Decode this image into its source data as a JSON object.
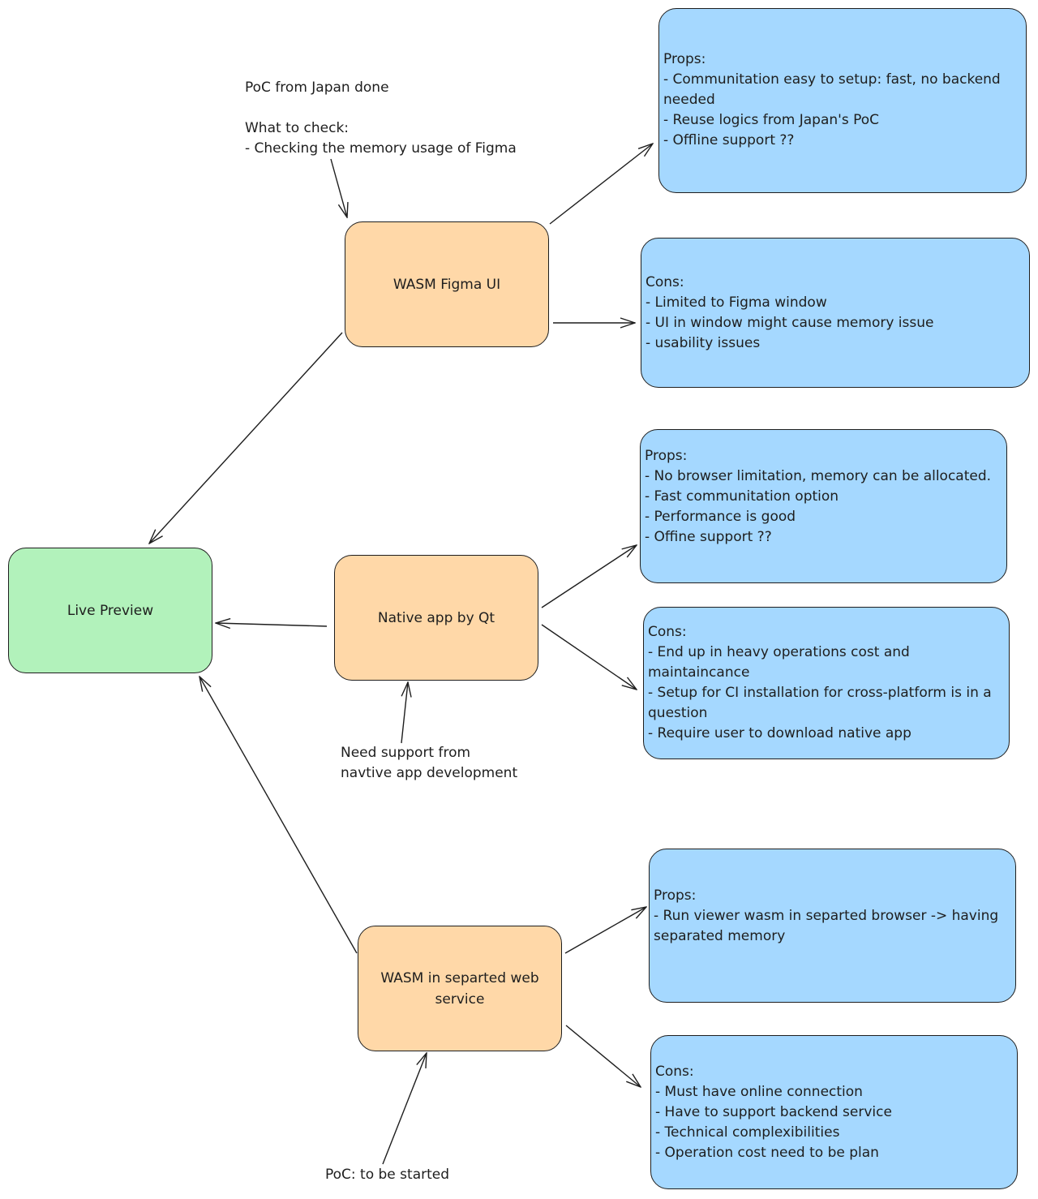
{
  "nodes": {
    "live_preview": "Live Preview",
    "wasm_figma": "WASM Figma UI",
    "native_qt": "Native app by Qt",
    "wasm_web": "WASM in separted web\nservice"
  },
  "notes": {
    "wasm_figma": [
      "PoC from Japan done",
      "",
      "What to check:",
      "- Checking the memory usage of Figma"
    ],
    "native_qt": [
      "Need support from",
      "navtive app development"
    ],
    "wasm_web": [
      "PoC: to be started"
    ]
  },
  "cards": {
    "wasm_figma_props": [
      "Props:",
      "- Communitation easy to setup: fast, no backend needed",
      "- Reuse logics from Japan's PoC",
      "- Offline support ??"
    ],
    "wasm_figma_cons": [
      "Cons:",
      "- Limited to Figma window",
      "- UI in window might cause memory issue",
      "- usability issues"
    ],
    "native_qt_props": [
      "Props:",
      "- No browser limitation, memory can be allocated.",
      "- Fast communitation option",
      "- Performance is good",
      "- Offine support ??"
    ],
    "native_qt_cons": [
      "Cons:",
      "- End up in heavy operations cost and maintaincance",
      "- Setup for CI installation for cross-platform is in a question",
      "- Require user to download native app"
    ],
    "wasm_web_props": [
      "Props:",
      "- Run viewer wasm in separted browser -> having separated memory"
    ],
    "wasm_web_cons": [
      "Cons:",
      "- Must have online connection",
      "- Have to support backend service",
      "- Technical complexibilities",
      "- Operation cost need to be plan"
    ]
  },
  "colors": {
    "root": "#b2f2bb",
    "option": "#ffd8a8",
    "card": "#a5d8ff",
    "stroke": "#1e1e1e"
  }
}
